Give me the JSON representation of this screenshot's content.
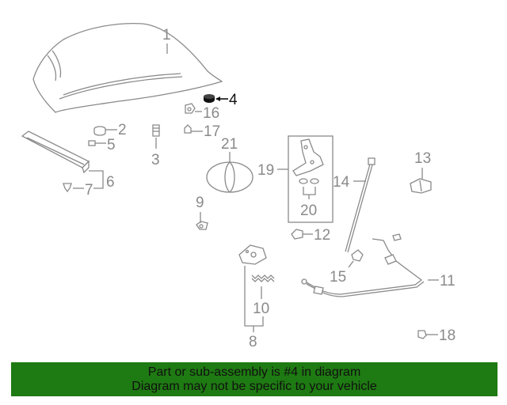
{
  "diagram": {
    "highlighted_part": "4",
    "callouts": [
      "1",
      "2",
      "3",
      "4",
      "5",
      "6",
      "7",
      "8",
      "9",
      "10",
      "11",
      "12",
      "13",
      "14",
      "15",
      "16",
      "17",
      "18",
      "19",
      "20",
      "21"
    ]
  },
  "banner": {
    "line1": "Part or sub-assembly is #4 in diagram",
    "line2": "Diagram may not be specific to your vehicle",
    "background_color": "#1e7a12"
  },
  "colors": {
    "drawing": "#8a8a8a",
    "highlight": "#111111"
  }
}
